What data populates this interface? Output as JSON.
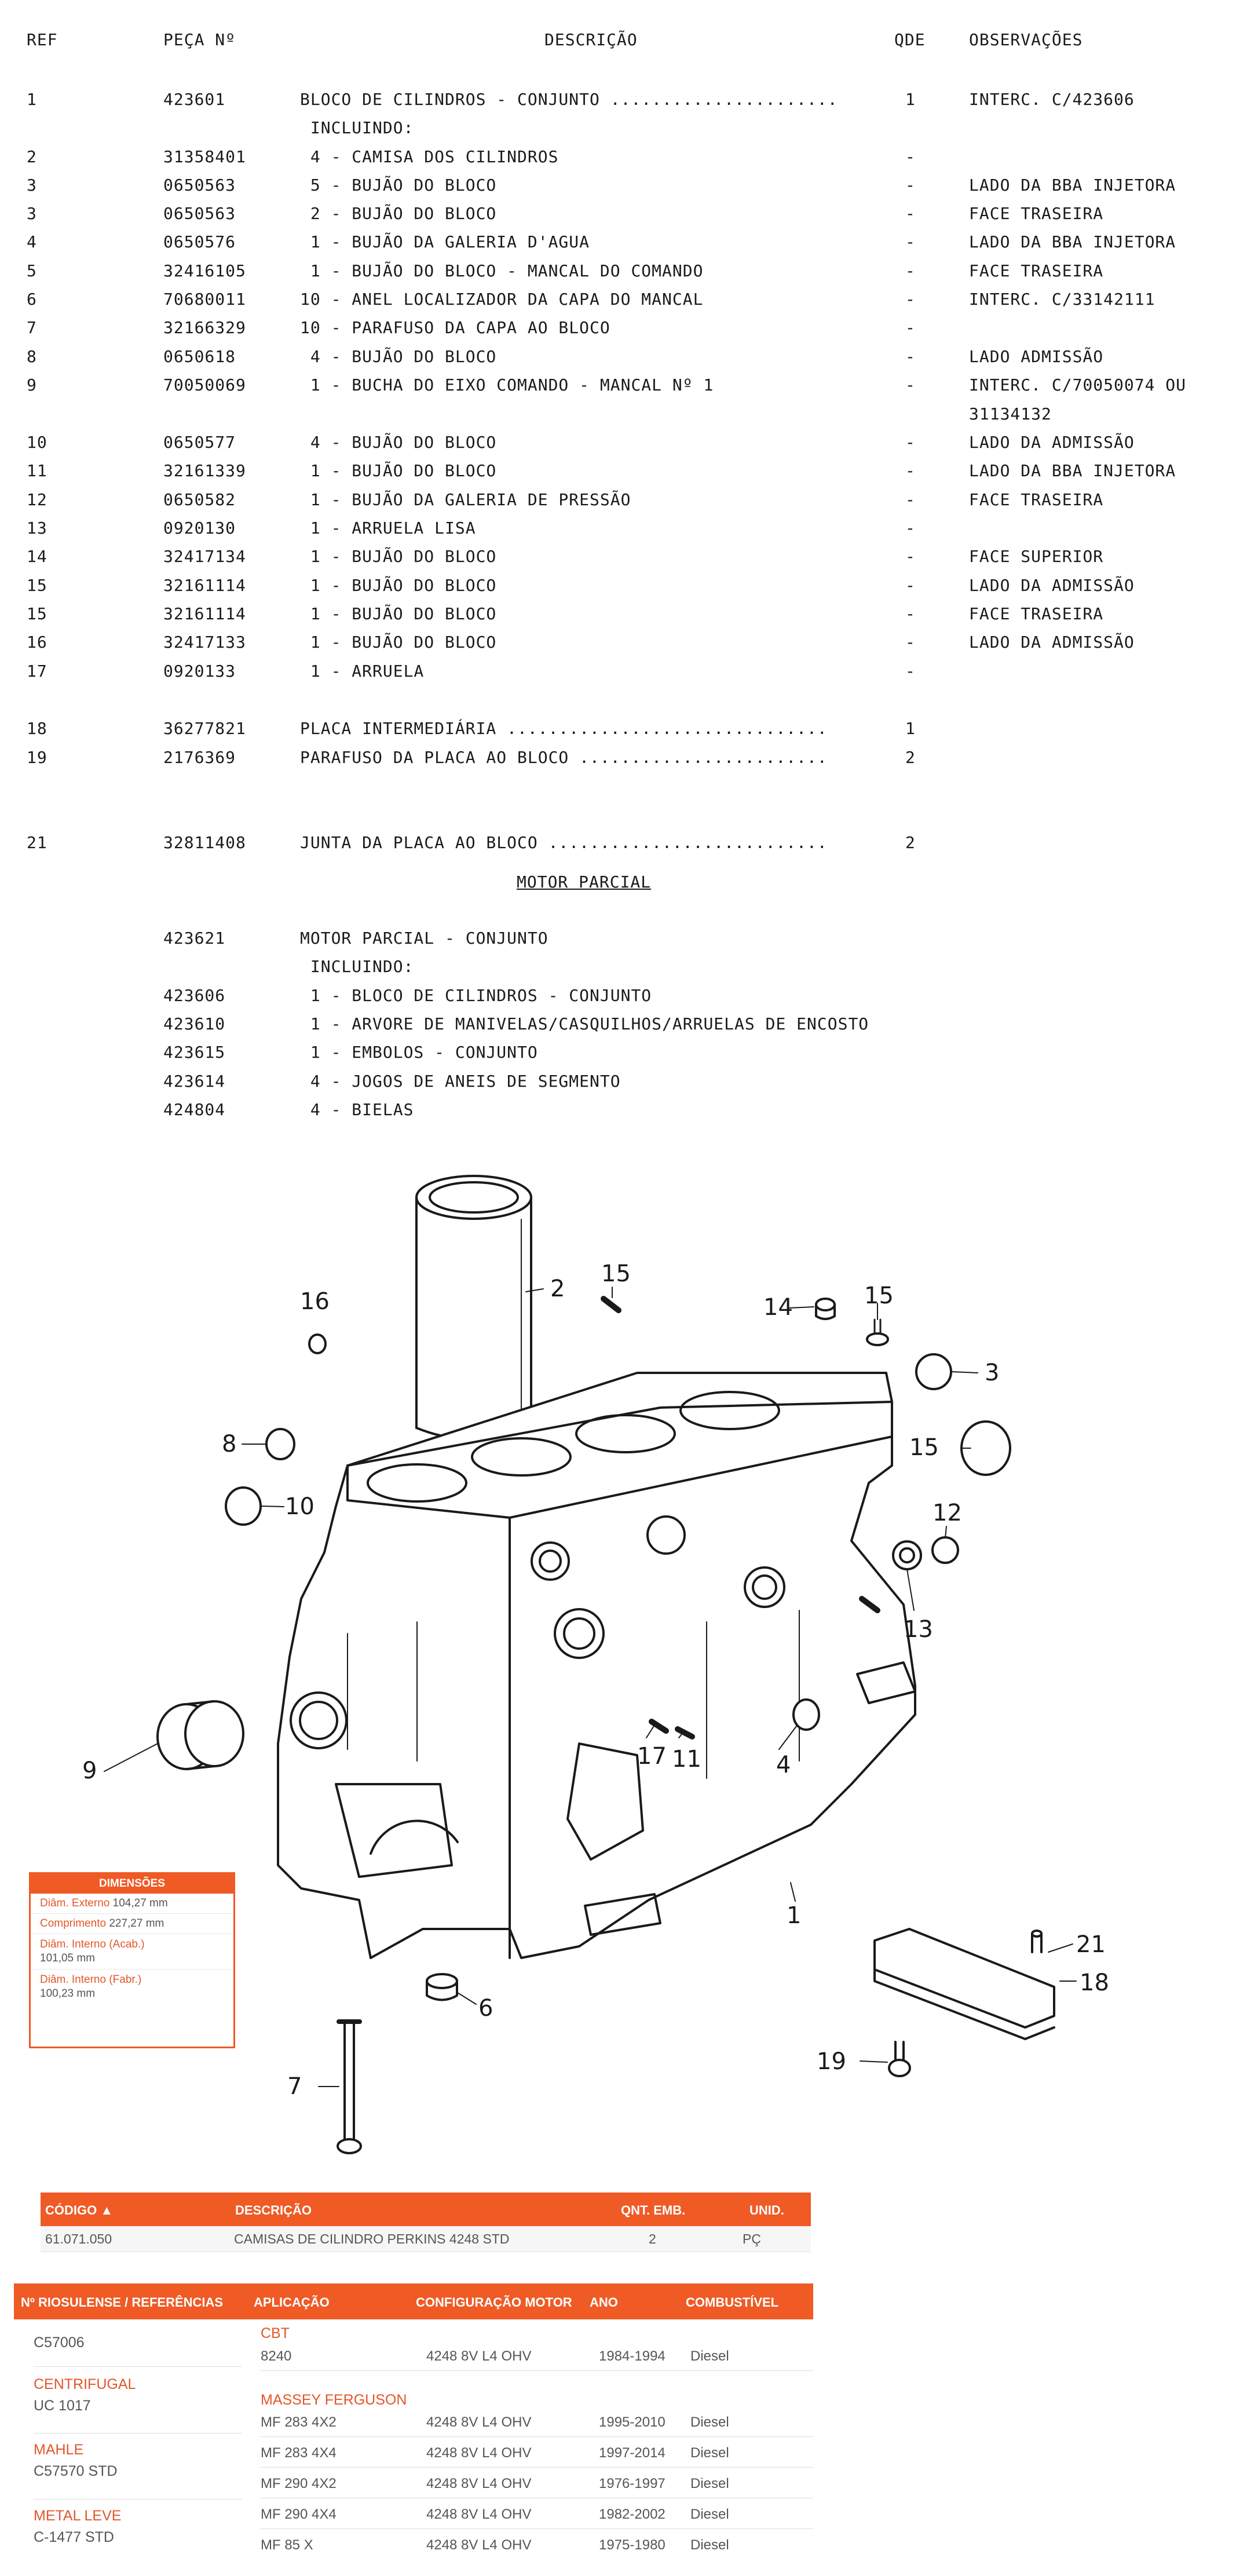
{
  "parts_header": {
    "ref": "REF",
    "peca": "PEÇA Nº",
    "descricao": "DESCRIÇÃO",
    "qde": "QDE",
    "observacoes": "OBSERVAÇÕES"
  },
  "parts": [
    {
      "ref": "1",
      "peca": "423601",
      "desc": "BLOCO DE CILINDROS - CONJUNTO ......................",
      "qde": "1",
      "obs": "INTERC. C/423606"
    },
    {
      "ref": "",
      "peca": "",
      "desc": " INCLUINDO:",
      "qde": "",
      "obs": ""
    },
    {
      "ref": "2",
      "peca": "31358401",
      "desc": " 4 - CAMISA DOS CILINDROS",
      "qde": "-",
      "obs": ""
    },
    {
      "ref": "3",
      "peca": "0650563",
      "desc": " 5 - BUJÃO DO BLOCO",
      "qde": "-",
      "obs": "LADO DA BBA INJETORA"
    },
    {
      "ref": "3",
      "peca": "0650563",
      "desc": " 2 - BUJÃO DO BLOCO",
      "qde": "-",
      "obs": "FACE TRASEIRA"
    },
    {
      "ref": "4",
      "peca": "0650576",
      "desc": " 1 - BUJÃO DA GALERIA D'AGUA",
      "qde": "-",
      "obs": "LADO DA BBA INJETORA"
    },
    {
      "ref": "5",
      "peca": "32416105",
      "desc": " 1 - BUJÃO DO BLOCO - MANCAL DO COMANDO",
      "qde": "-",
      "obs": "FACE TRASEIRA"
    },
    {
      "ref": "6",
      "peca": "70680011",
      "desc": "10 - ANEL LOCALIZADOR DA CAPA DO MANCAL",
      "qde": "-",
      "obs": "INTERC. C/33142111"
    },
    {
      "ref": "7",
      "peca": "32166329",
      "desc": "10 - PARAFUSO DA CAPA AO BLOCO",
      "qde": "-",
      "obs": ""
    },
    {
      "ref": "8",
      "peca": "0650618",
      "desc": " 4 - BUJÃO DO BLOCO",
      "qde": "-",
      "obs": "LADO ADMISSÃO"
    },
    {
      "ref": "9",
      "peca": "70050069",
      "desc": " 1 - BUCHA DO EIXO COMANDO - MANCAL Nº 1",
      "qde": "-",
      "obs": "INTERC. C/70050074 OU"
    },
    {
      "ref": "",
      "peca": "",
      "desc": "",
      "qde": "",
      "obs": "31134132"
    },
    {
      "ref": "10",
      "peca": "0650577",
      "desc": " 4 - BUJÃO DO BLOCO",
      "qde": "-",
      "obs": "LADO DA ADMISSÃO"
    },
    {
      "ref": "11",
      "peca": "32161339",
      "desc": " 1 - BUJÃO DO BLOCO",
      "qde": "-",
      "obs": "LADO DA BBA INJETORA"
    },
    {
      "ref": "12",
      "peca": "0650582",
      "desc": " 1 - BUJÃO DA GALERIA DE PRESSÃO",
      "qde": "-",
      "obs": "FACE TRASEIRA"
    },
    {
      "ref": "13",
      "peca": "0920130",
      "desc": " 1 - ARRUELA LISA",
      "qde": "-",
      "obs": ""
    },
    {
      "ref": "14",
      "peca": "32417134",
      "desc": " 1 - BUJÃO DO BLOCO",
      "qde": "-",
      "obs": "FACE SUPERIOR"
    },
    {
      "ref": "15",
      "peca": "32161114",
      "desc": " 1 - BUJÃO DO BLOCO",
      "qde": "-",
      "obs": "LADO DA ADMISSÃO"
    },
    {
      "ref": "15",
      "peca": "32161114",
      "desc": " 1 - BUJÃO DO BLOCO",
      "qde": "-",
      "obs": "FACE TRASEIRA"
    },
    {
      "ref": "16",
      "peca": "32417133",
      "desc": " 1 - BUJÃO DO BLOCO",
      "qde": "-",
      "obs": "LADO DA ADMISSÃO"
    },
    {
      "ref": "17",
      "peca": "0920133",
      "desc": " 1 - ARRUELA",
      "qde": "-",
      "obs": ""
    },
    {
      "ref": "18",
      "peca": "36277821",
      "desc": "PLACA INTERMEDIÁRIA ...............................",
      "qde": "1",
      "obs": ""
    },
    {
      "ref": "19",
      "peca": "2176369",
      "desc": "PARAFUSO DA PLACA AO BLOCO ........................",
      "qde": "2",
      "obs": ""
    },
    {
      "ref": "21",
      "peca": "32811408",
      "desc": "JUNTA DA PLACA AO BLOCO ...........................",
      "qde": "2",
      "obs": ""
    }
  ],
  "motor_parcial": {
    "title": "MOTOR PARCIAL",
    "items": [
      {
        "peca": "423621",
        "desc": "MOTOR PARCIAL - CONJUNTO"
      },
      {
        "peca": "",
        "desc": " INCLUINDO:"
      },
      {
        "peca": "423606",
        "desc": " 1 - BLOCO DE CILINDROS - CONJUNTO"
      },
      {
        "peca": "423610",
        "desc": " 1 - ARVORE DE MANIVELAS/CASQUILHOS/ARRUELAS DE ENCOSTO"
      },
      {
        "peca": "423615",
        "desc": " 1 - EMBOLOS - CONJUNTO"
      },
      {
        "peca": "423614",
        "desc": " 4 - JOGOS DE ANEIS DE SEGMENTO"
      },
      {
        "peca": "424804",
        "desc": " 4 - BIELAS"
      }
    ]
  },
  "callouts": {
    "c1": "1",
    "c2": "2",
    "c3": "3",
    "c4": "4",
    "c6": "6",
    "c7": "7",
    "c8": "8",
    "c9": "9",
    "c10": "10",
    "c11": "11",
    "c12": "12",
    "c13": "13",
    "c14": "14",
    "c15a": "15",
    "c15b": "15",
    "c15c": "15",
    "c16": "16",
    "c17": "17",
    "c18": "18",
    "c19": "19",
    "c21": "21"
  },
  "dimensoes": {
    "title": "DIMENSÕES",
    "rows": [
      {
        "label": "Diâm. Externo",
        "value": "104,27 mm"
      },
      {
        "label": "Comprimento",
        "value": "227,27 mm"
      },
      {
        "label": "Diâm. Interno (Acab.)",
        "value": "101,05 mm"
      },
      {
        "label": "Diâm. Interno (Fabr.)",
        "value": "100,23 mm"
      }
    ]
  },
  "product_table": {
    "headers": {
      "codigo": "CÓDIGO ▲",
      "descricao": "DESCRIÇÃO",
      "qnt": "QNT. EMB.",
      "unid": "UNID."
    },
    "row": {
      "codigo": "61.071.050",
      "descricao": "CAMISAS DE CILINDRO PERKINS 4248 STD",
      "qnt": "2",
      "unid": "PÇ"
    }
  },
  "app_table": {
    "headers": {
      "ref": "Nº RIOSULENSE / REFERÊNCIAS",
      "aplicacao": "APLICAÇÃO",
      "config": "CONFIGURAÇÃO MOTOR",
      "ano": "ANO",
      "comb": "COMBUSTÍVEL"
    },
    "refs": [
      {
        "name": "",
        "code": "C57006"
      },
      {
        "name": "CENTRIFUGAL",
        "code": "UC 1017"
      },
      {
        "name": "MAHLE",
        "code": "C57570 STD"
      },
      {
        "name": "METAL LEVE",
        "code": "C-1477 STD"
      }
    ],
    "brands": [
      "CBT",
      "MASSEY FERGUSON"
    ],
    "rows": [
      {
        "app": "8240",
        "config": "4248  8V L4 OHV",
        "ano": "1984-1994",
        "comb": "Diesel"
      },
      {
        "app": "MF 283 4X2",
        "config": "4248  8V L4 OHV",
        "ano": "1995-2010",
        "comb": "Diesel"
      },
      {
        "app": "MF 283 4X4",
        "config": "4248  8V L4 OHV",
        "ano": "1997-2014",
        "comb": "Diesel"
      },
      {
        "app": "MF 290 4X2",
        "config": "4248  8V L4 OHV",
        "ano": "1976-1997",
        "comb": "Diesel"
      },
      {
        "app": "MF 290 4X4",
        "config": "4248  8V L4 OHV",
        "ano": "1982-2002",
        "comb": "Diesel"
      },
      {
        "app": "MF 85 X",
        "config": "4248  8V L4 OHV",
        "ano": "1975-1980",
        "comb": "Diesel"
      }
    ]
  }
}
